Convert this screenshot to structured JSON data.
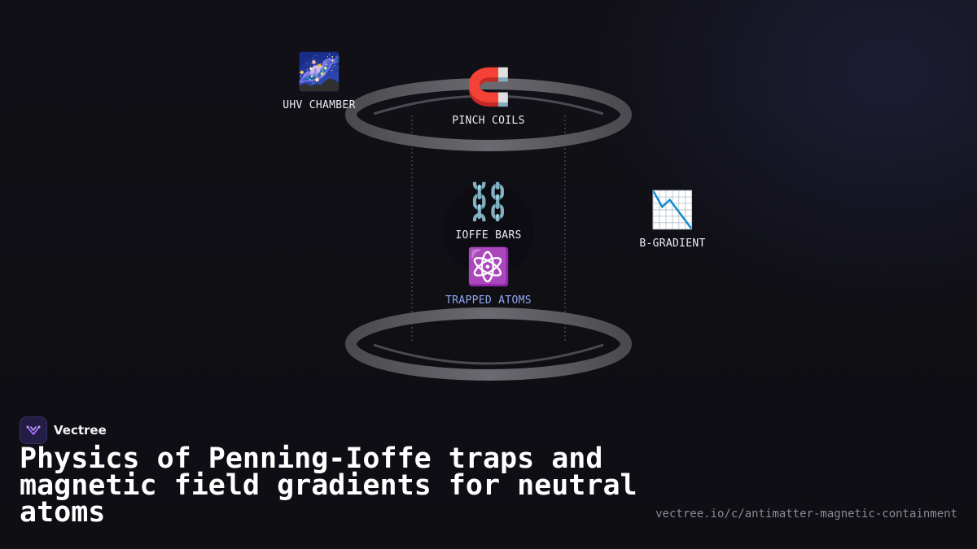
{
  "diagram": {
    "nodes": {
      "uhv_chamber": {
        "icon": "milky-way-icon",
        "emoji": "🌌",
        "label": "UHV CHAMBER"
      },
      "pinch_coils": {
        "icon": "magnet-icon",
        "emoji": "🧲",
        "label": "PINCH COILS"
      },
      "ioffe_bars": {
        "icon": "chain-icon",
        "emoji": "⛓️",
        "label": "IOFFE BARS"
      },
      "trapped_atoms": {
        "icon": "atom-icon",
        "emoji": "⚛️",
        "label": "TRAPPED ATOMS"
      },
      "b_gradient": {
        "icon": "chart-decreasing-icon",
        "emoji": "📉",
        "label": "B-GRADIENT"
      }
    },
    "colors": {
      "background": "#111016",
      "ring": "#5a5a5f",
      "accent_label": "#8fa6f0"
    }
  },
  "footer": {
    "brand_name": "Vectree",
    "headline": "Physics of Penning-Ioffe traps and magnetic field gradients for neutral atoms",
    "url": "vectree.io/c/antimatter-magnetic-containment"
  }
}
